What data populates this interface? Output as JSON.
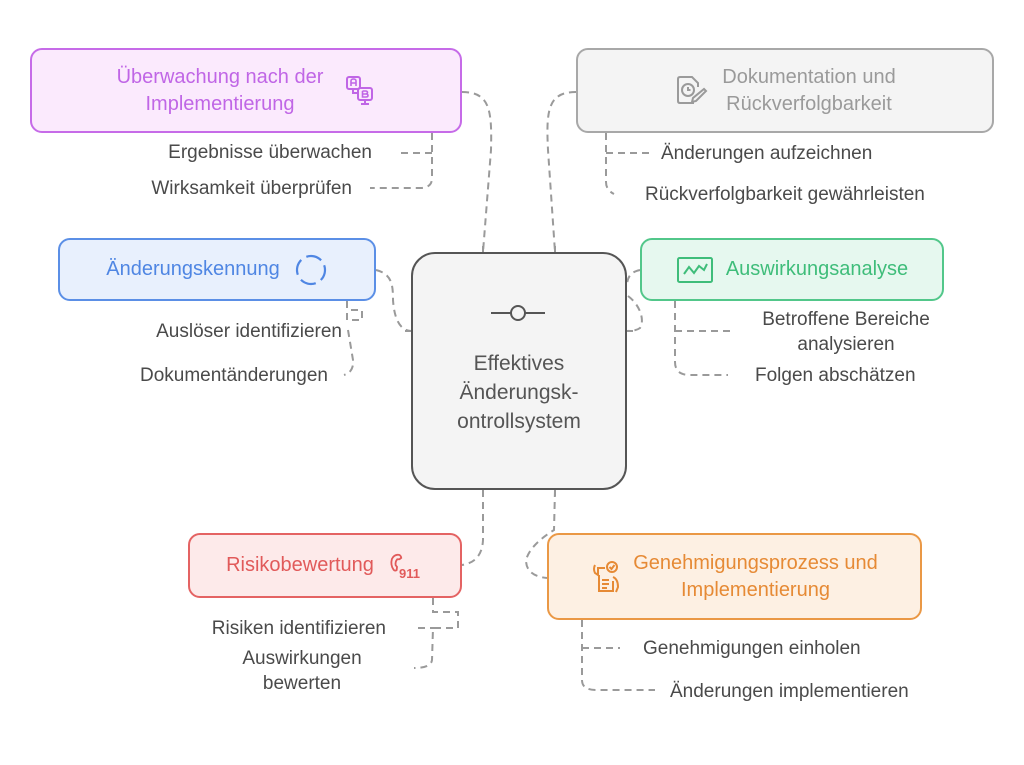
{
  "diagram": {
    "central": {
      "title": "Effektives\nÄnderungsk-\nontrollsystem",
      "icon": "node-line-icon"
    },
    "branches": [
      {
        "id": "purple",
        "title": "Überwachung nach der\nImplementierung",
        "icon": "ab-test-monitor-icon",
        "color": "#c066e6",
        "items": [
          "Ergebnisse überwachen",
          "Wirksamkeit überprüfen"
        ]
      },
      {
        "id": "gray",
        "title": "Dokumentation und\nRückverfolgbarkeit",
        "icon": "document-clock-edit-icon",
        "color": "#9a9a9a",
        "items": [
          "Änderungen aufzeichnen",
          "Rückverfolgbarkeit gewährleisten"
        ]
      },
      {
        "id": "blue",
        "title": "Änderungskennung",
        "icon": "dashed-circle-icon",
        "color": "#4f86e3",
        "items": [
          "Auslöser identifizieren",
          "Dokumentänderungen"
        ]
      },
      {
        "id": "green",
        "title": "Auswirkungsanalyse",
        "icon": "line-chart-icon",
        "color": "#3fbd7a",
        "items": [
          "Betroffene Bereiche\nanalysieren",
          "Folgen abschätzen"
        ]
      },
      {
        "id": "red",
        "title": "Risikobewertung",
        "icon": "emergency-phone-911-icon",
        "color": "#e15a5a",
        "items": [
          "Risiken identifizieren",
          "Auswirkungen\nbewerten"
        ]
      },
      {
        "id": "orange",
        "title": "Genehmigungsprozess und\nImplementierung",
        "icon": "approval-checklist-icon",
        "color": "#e68a35",
        "items": [
          "Genehmigungen einholen",
          "Änderungen implementieren"
        ]
      }
    ]
  }
}
